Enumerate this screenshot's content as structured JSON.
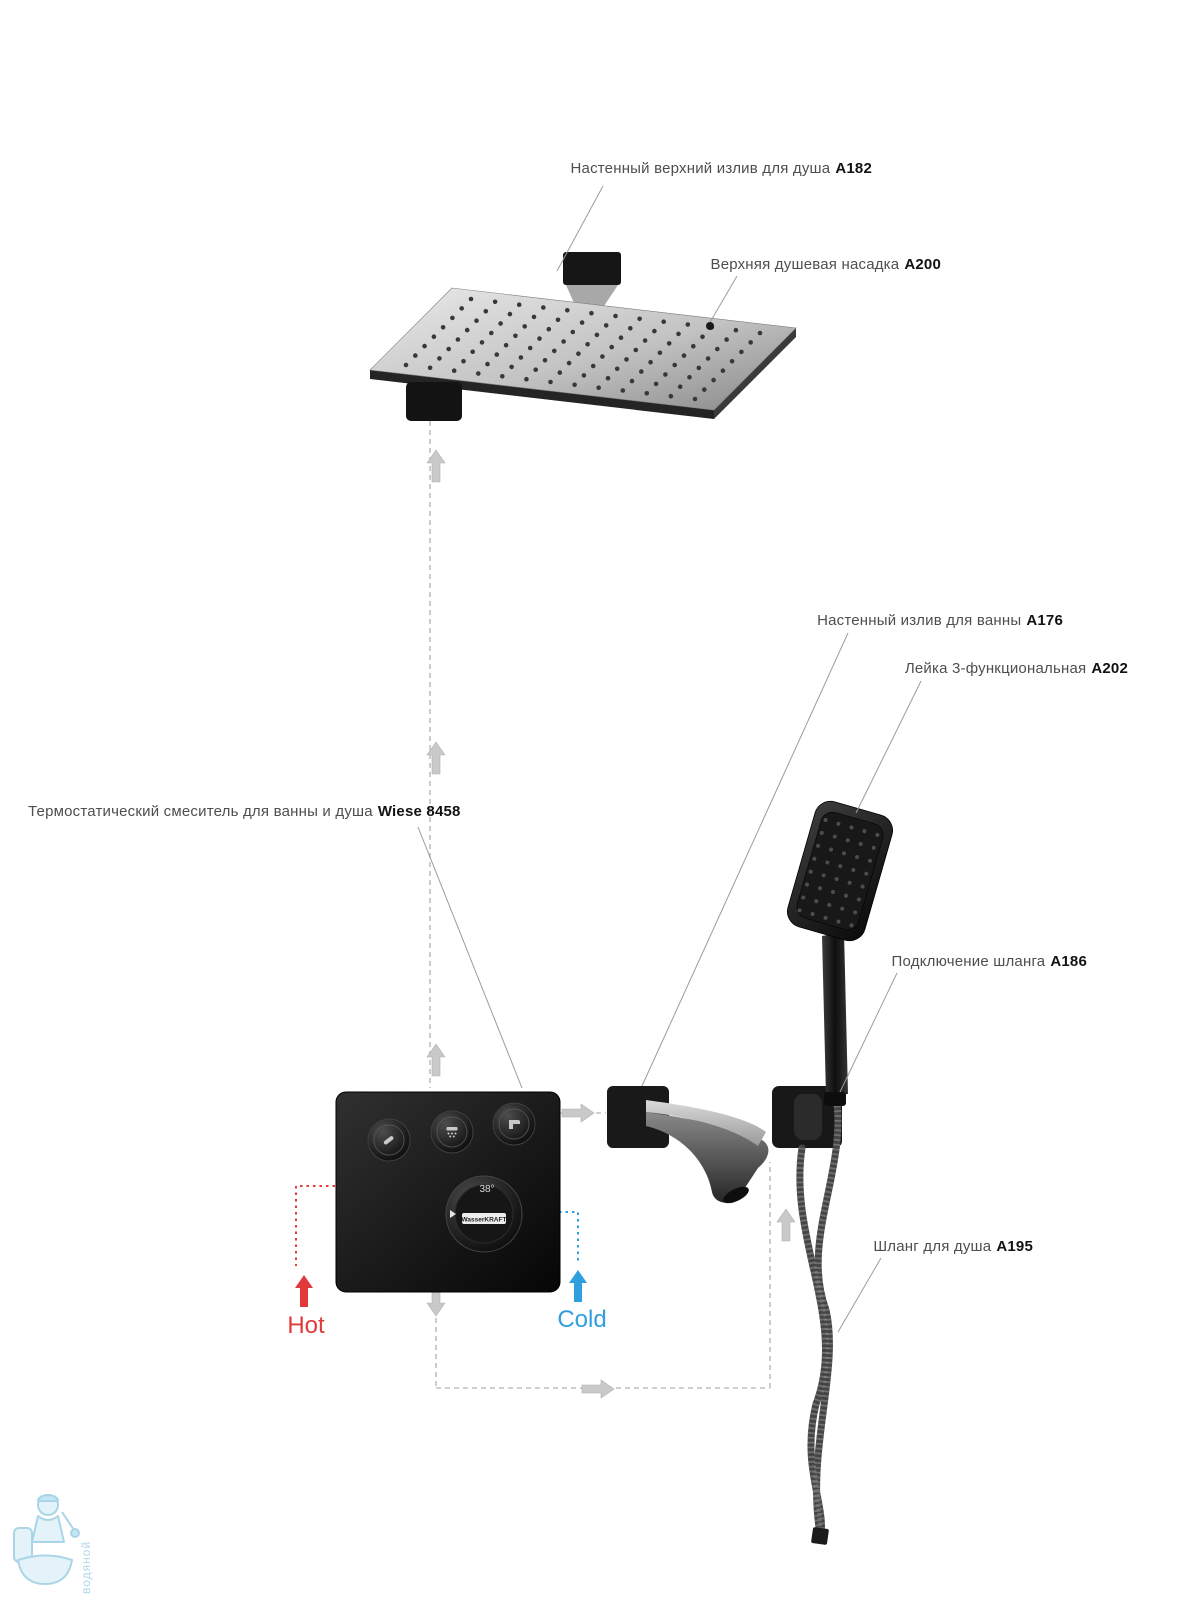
{
  "diagram": {
    "callouts": {
      "a182": {
        "text": "Настенный верхний излив для душа",
        "code": "A182"
      },
      "a200": {
        "text": "Верхняя душевая насадка",
        "code": "A200"
      },
      "a176": {
        "text": "Настенный излив для ванны",
        "code": "A176"
      },
      "a202": {
        "text": "Лейка 3-функциональная",
        "code": "A202"
      },
      "a186": {
        "text": "Подключение шланга",
        "code": "A186"
      },
      "thermostat": {
        "text": "Термостатический смеситель для ванны и душа",
        "code": "Wiese 8458"
      },
      "a195": {
        "text": "Шланг для душа",
        "code": "A195"
      }
    },
    "flow": {
      "hot_label": "Hot",
      "cold_label": "Cold",
      "hot_color": "#e03a3a",
      "cold_color": "#2f9fe0"
    },
    "mixer_panel": {
      "temperature_marking": "38°",
      "brand": "WasserKRAFT"
    },
    "watermark": {
      "text": "водяной"
    }
  }
}
